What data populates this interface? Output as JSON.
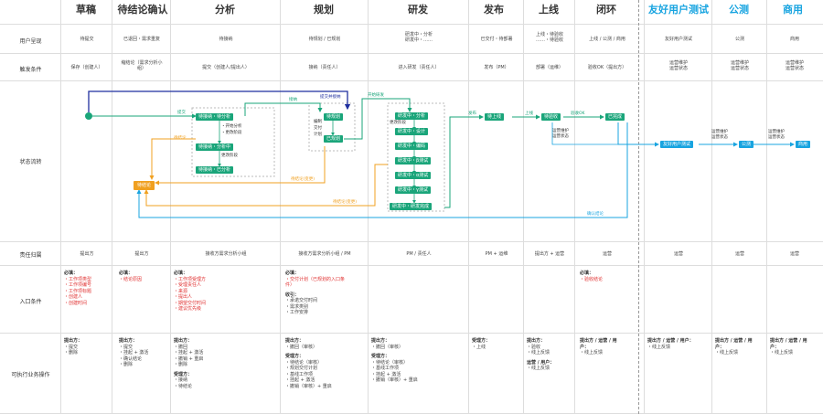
{
  "headers": {
    "draft": "草稿",
    "pending_conclusion": "待结论确认",
    "analysis": "分析",
    "planning": "规划",
    "dev": "研发",
    "release": "发布",
    "online": "上线",
    "closed": "闭环",
    "friendly_test": "友好用户测试",
    "public_test": "公测",
    "commercial": "商用"
  },
  "row_labels": {
    "display": "用户呈现",
    "trigger": "触发条件",
    "flow": "状态流转",
    "owner": "责任归属",
    "entry": "入口条件",
    "ops": "可执行业务操作"
  },
  "display": {
    "draft": "待提交",
    "pending": "已退回・需求重复",
    "analysis": "待接纳",
    "planning": "待规划 / 已规划",
    "dev_1": "研发中・分析",
    "dev_2": "研发中・……",
    "release": "已交付・待部署",
    "online_1": "上线・待验收",
    "online_2": "……・待验收",
    "closed": "上线 / 公测 / 商用",
    "friendly": "友好用户测试",
    "public": "公测",
    "commercial": "商用"
  },
  "trigger": {
    "draft": "保存（创建人）",
    "pending_1": "缩结论（需求分析小",
    "pending_2": "组）",
    "analysis": "提交（创建人/提出人）",
    "planning": "接纳（责任人）",
    "dev": "进入研发（责任人）",
    "release": "发布（PM）",
    "online": "部署（运维）",
    "closed": "验收OK（提出方）",
    "friendly_1": "运营维护",
    "friendly_2": "运营状态",
    "public_1": "运营维护",
    "public_2": "运营状态",
    "commercial_1": "运营维护",
    "commercial_2": "运营状态"
  },
  "flow": {
    "labels": {
      "submit": "提交",
      "accept": "接纳",
      "submit_accept": "提交并接纳",
      "to_conclusion": "待结论",
      "start_dev": "开始研发",
      "release": "发布",
      "online": "上线",
      "accept_ok": "验收OK",
      "conclusion_change_1": "待结论(变更)",
      "conclusion_change_2": "待结论(变更)",
      "confirm_conclusion": "确认结论",
      "ops_maint_1": "运营维护",
      "ops_state_1": "运营状态",
      "ops_maint_2": "运营维护",
      "ops_state_2": "运营状态",
      "ops_maint_3": "运营维护",
      "ops_state_3": "运营状态"
    },
    "analysis_notes": {
      "start": "・开始分析",
      "change": "・更改阶段",
      "change_stage": "更改阶段"
    },
    "planning_notes": [
      "编制",
      "交付",
      "计划"
    ],
    "dev_notes": {
      "change_stage": "更改阶段"
    },
    "states": {
      "pending_conclusion": "待结论",
      "analysis_1": "待接纳・待分析",
      "analysis_2": "待接纳・分析中",
      "analysis_3": "待接纳・已分析",
      "planning_1": "待规划",
      "planning_2": "已规划",
      "dev_1": "研发中・分析",
      "dev_2": "研发中・设计",
      "dev_3": "研发中・编码",
      "dev_4": "研发中・β测试",
      "dev_5": "研发中・α测试",
      "dev_6": "研发中・γ测试",
      "dev_done": "研发中・研发完成",
      "release": "待上线",
      "online": "待验收",
      "closed": "已完成",
      "friendly": "友好用户测试",
      "public": "公测",
      "commercial": "商用"
    }
  },
  "owner": {
    "draft": "提出方",
    "pending": "提出方",
    "analysis": "接收方需求分析小组",
    "planning": "接收方需求分析小组 / PM",
    "dev": "PM / 责任人",
    "release": "PM + 运维",
    "online": "提出方 + 运营",
    "closed": "运营",
    "friendly": "运营",
    "public": "运营",
    "commercial": "运营"
  },
  "entry": {
    "draft": {
      "title": "必填：",
      "items": [
        "・工作项类型",
        "・工作项编号",
        "・工作项标题",
        "・创建人",
        "・创建时间"
      ]
    },
    "pending": {
      "title": "必填：",
      "items": [
        "・结论原因"
      ]
    },
    "analysis": {
      "title": "必填：",
      "items": [
        "・工作项受理方",
        "・受理责任人",
        "・来源",
        "・提出人",
        "・期望交付时间",
        "・建议优先级"
      ]
    },
    "planning": {
      "title": "必填：",
      "items": [
        "・交付计划（已规划的入口条",
        "件）"
      ],
      "sub_title": "收引：",
      "sub_items": [
        "・承诺交付时间",
        "・需求类别",
        "・工作安排"
      ]
    },
    "closed": {
      "title": "必填：",
      "items": [
        "・验收结论"
      ]
    }
  },
  "ops": {
    "draft": {
      "title": "提出方：",
      "items": [
        "・提交",
        "・删除"
      ]
    },
    "pending": {
      "title": "提出方：",
      "items": [
        "・提交",
        "・挂起 + 激活",
        "・确认结论",
        "・删除"
      ]
    },
    "analysis": {
      "title": "提出方：",
      "items": [
        "・撤回",
        "・挂起 + 激活",
        "・撤销 + 重启",
        "・删除"
      ],
      "title2": "受理方：",
      "items2": [
        "・接纳",
        "・待结论"
      ]
    },
    "planning": {
      "title": "提出方：",
      "items": [
        "・撤回（审核）"
      ],
      "title2": "受理方：",
      "items2": [
        "・待结论（审核）",
        "・规划交付计划",
        "・基线工作项",
        "・挂起 + 激活",
        "・撤销（审核）+ 重启"
      ]
    },
    "dev": {
      "title": "提出方：",
      "items": [
        "・撤回（审核）"
      ],
      "title2": "受理方：",
      "items2": [
        "・待结论（审核）",
        "・基线工作项",
        "・挂起 + 激活",
        "・撤销（审核）+ 重启"
      ]
    },
    "release": {
      "title": "受理方：",
      "items": [
        "・上线"
      ]
    },
    "online": {
      "title": "提出方：",
      "items": [
        "・验收",
        "・线上反馈"
      ],
      "title2": "运营 / 用户：",
      "items2": [
        "・线上反馈"
      ]
    },
    "closed": {
      "title": "提出方 / 运营 / 用",
      "title_b": "户：",
      "items": [
        "・线上反馈"
      ]
    },
    "friendly": {
      "title": "提出方 / 运营 / 用户：",
      "items": [
        "・线上反馈"
      ]
    },
    "public": {
      "title": "提出方 / 运营 / 用",
      "title_b": "户：",
      "items": [
        "・线上反馈"
      ]
    },
    "commercial": {
      "title": "提出方 / 运营 / 用",
      "title_b": "户：",
      "items": [
        "・线上反馈"
      ]
    }
  },
  "colors": {
    "green": "#1aa57a",
    "cyan": "#18a4e0",
    "orange": "#f0a020",
    "navy": "#1f2f9f",
    "red": "#e03030",
    "blue_header": "#18a4e0"
  }
}
